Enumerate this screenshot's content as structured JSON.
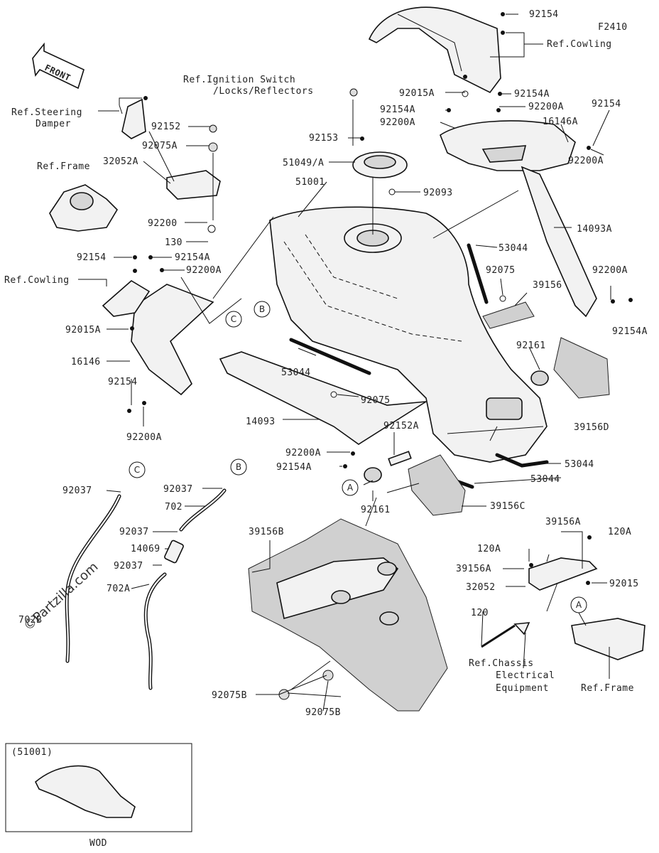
{
  "diagram_code": "F2410",
  "front_label": "FRONT",
  "watermark": "©Partzilla.com",
  "variant_box": {
    "code": "(51001)",
    "caption": "WOD"
  },
  "callouts": {
    "a": "A",
    "b": "B",
    "c": "C"
  },
  "labels": {
    "l92154_top": "92154",
    "ref_cowling_top": "Ref.Cowling",
    "ref_ignition_1": "Ref.Ignition Switch",
    "ref_ignition_2": "/Locks/Reflectors",
    "l92015A_top": "92015A",
    "l92154A_top": "92154A",
    "l92154A_mid": "92154A",
    "l92200A_top": "92200A",
    "l92200A_mid": "92200A",
    "l92154_right": "92154",
    "l16146A": "16146A",
    "l92200A_right": "92200A",
    "l92153": "92153",
    "l51049A": "51049/A",
    "l92093": "92093",
    "l51001": "51001",
    "ref_steering_1": "Ref.Steering",
    "ref_steering_2": "Damper",
    "l92152": "92152",
    "l92075A": "92075A",
    "ref_frame_left": "Ref.Frame",
    "l32052A": "32052A",
    "l92200": "92200",
    "l130": "130",
    "l92154_left": "92154",
    "l92154A_left": "92154A",
    "l92200A_left": "92200A",
    "ref_cowling_left": "Ref.Cowling",
    "l92015A_left": "92015A",
    "l16146": "16146",
    "l92154_left2": "92154",
    "l92200A_left2": "92200A",
    "l14093A": "14093A",
    "l53044_top": "53044",
    "l92075_top": "92075",
    "l39156": "39156",
    "l92200A_r2": "92200A",
    "l92154A_r2": "92154A",
    "l53044_mid": "53044",
    "l92075_mid": "92075",
    "l92161_top": "92161",
    "l14093": "14093",
    "l92152A": "92152A",
    "l39156D": "39156D",
    "l92200A_low": "92200A",
    "l92154A_low": "92154A",
    "l53044_r1": "53044",
    "l53044_r2": "53044",
    "l92161_bot": "92161",
    "l39156C": "39156C",
    "l92037_c": "92037",
    "l92037_b": "92037",
    "l702": "702",
    "l92037_3": "92037",
    "l14069": "14069",
    "l92037_4": "92037",
    "l702A": "702A",
    "l702B": "702B",
    "l39156B": "39156B",
    "l92075B_1": "92075B",
    "l92075B_2": "92075B",
    "l39156A_top": "39156A",
    "l120A_1": "120A",
    "l120A_2": "120A",
    "l39156A_2": "39156A",
    "l32052": "32052",
    "l92015": "92015",
    "l120": "120",
    "ref_chassis_1": "Ref.Chassis",
    "ref_chassis_2": "Electrical",
    "ref_chassis_3": "Equipment",
    "ref_frame_right": "Ref.Frame"
  }
}
